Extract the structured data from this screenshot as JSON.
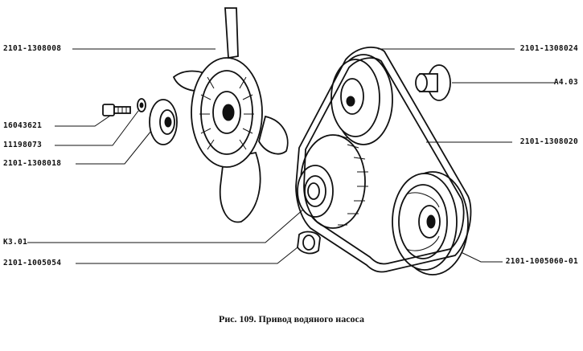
{
  "labels": {
    "fan": "2101-1308008",
    "bolt": "16043621",
    "washer": "11198073",
    "spacer": "2101-1308018",
    "v_belt_pulley": "К3.01",
    "clip": "2101-1005054",
    "pump_pulley": "2101-1308024",
    "nut": "А4.03",
    "belt": "2101-1308020",
    "crank_pulley": "2101-1005060-01"
  },
  "caption": "Рис. 109. Привод водяного насоса"
}
